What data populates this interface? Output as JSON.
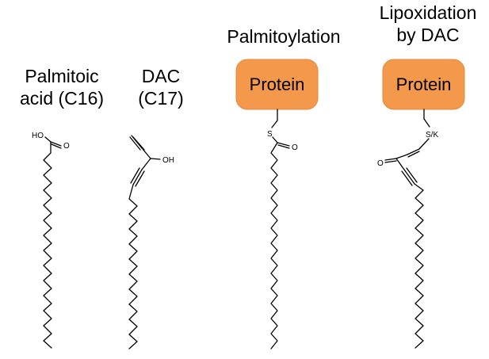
{
  "labels": {
    "palmitoic_line1": "Palmitoic",
    "palmitoic_line2": "acid (C16)",
    "dac_line1": "DAC",
    "dac_line2": "(C17)",
    "palmitoylation": "Palmitoylation",
    "lipoxidation_line1": "Lipoxidation",
    "lipoxidation_line2": "by DAC"
  },
  "protein_box": {
    "text": "Protein",
    "fill": "#f4984c",
    "stroke": "#e08a3c"
  },
  "atoms": {
    "palmitoic_ho": "HO",
    "palmitoic_o": "O",
    "dac_oh": "OH",
    "palmitoyl_s": "S",
    "palmitoyl_o": "O",
    "lipox_sk": "S/K",
    "lipox_o": "O"
  }
}
